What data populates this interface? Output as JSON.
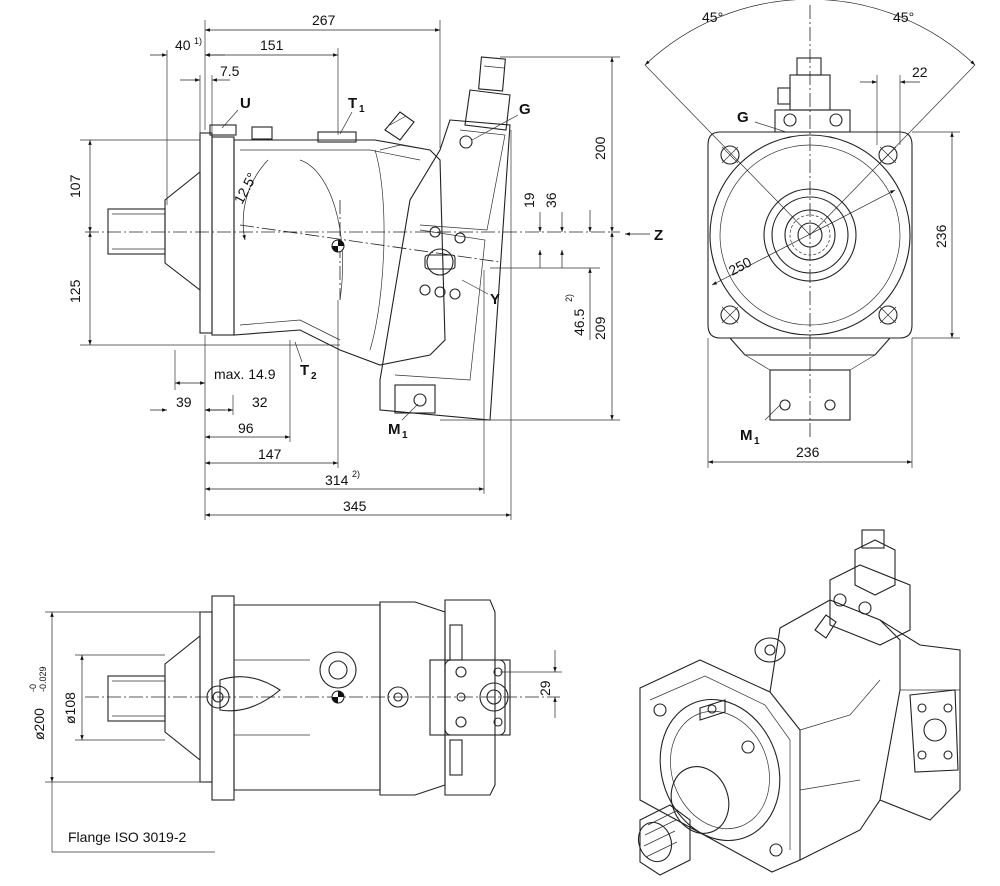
{
  "side_view": {
    "dims": {
      "d267": "267",
      "d40": "40",
      "d40_note": "1)",
      "d151": "151",
      "d7_5": "7.5",
      "d107": "107",
      "d125": "125",
      "d12_5": "12.5°",
      "d19": "19",
      "d36": "36",
      "d200": "200",
      "d46_5": "46.5",
      "d46_5_note": "2)",
      "d209": "209",
      "dmax": "max. 14.9",
      "d39": "39",
      "d32": "32",
      "d96": "96",
      "d147": "147",
      "d314": "314",
      "d314_note": "2)",
      "d345": "345"
    },
    "ports": {
      "U": "U",
      "T1": "T",
      "T1_sub": "1",
      "G": "G",
      "Y": "Y",
      "T2": "T",
      "T2_sub": "2",
      "M1": "M",
      "M1_sub": "1",
      "Z": "Z"
    }
  },
  "front_view": {
    "dims": {
      "a45_left": "45°",
      "a45_right": "45°",
      "d22": "22",
      "d236_v": "236",
      "d250": "250",
      "d236_h": "236"
    },
    "ports": {
      "G": "G",
      "M1": "M",
      "M1_sub": "1"
    }
  },
  "top_view": {
    "dims": {
      "d200": "ø200",
      "d200_tol_upper": "-0",
      "d200_tol_lower": "-0.029",
      "d108": "ø108",
      "d29": "29"
    },
    "flange_label": "Flange ISO 3019-2"
  }
}
